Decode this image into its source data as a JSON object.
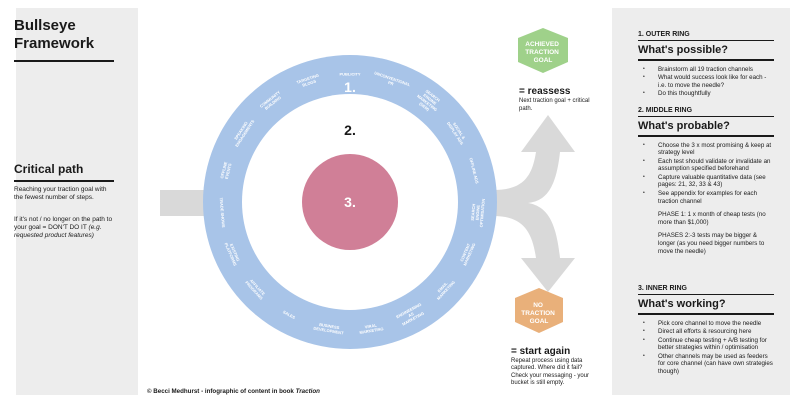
{
  "title": "Bullseye Framework",
  "critical_path": {
    "heading": "Critical path",
    "text1": "Reaching your traction goal with the fewest number of steps.",
    "text2": "If it's not / no longer on the path to your goal = DON'T DO IT",
    "text2_italic": "(e.g. requested product features)"
  },
  "rings": {
    "outer_number": "1.",
    "middle_number": "2.",
    "inner_number": "3.",
    "channels": [
      "PUBLICITY",
      "UNCONVENTIONAL PR",
      "SEARCH ENGINE MARKETING (SEM)",
      "SOCIAL & DISPLAY ADS",
      "OFFLINE ADS",
      "SEARCH ENGINE OPTIMISATION",
      "CONTENT MARKETING",
      "EMAIL MARKETING",
      "ENGINEERING AS MARKETING",
      "VIRAL MARKETING",
      "BUSINESS DEVELOPMENT",
      "SALES",
      "AFFILIATE PROGRAMS",
      "EXISTING PLATFORMS",
      "TRADE SHOWS",
      "OFFLINE EVENTS",
      "SPEAKING ENGAGEMENTS",
      "COMMUNITY BUILDING",
      "TARGETING BLOGS"
    ]
  },
  "achieved_goal": "ACHIEVED TRACTION GOAL",
  "no_goal": "NO TRACTION GOAL",
  "reassess": {
    "heading": "= reassess",
    "text": "Next traction goal + critical path."
  },
  "start_again": {
    "heading": "= start again",
    "text": "Repeat process using data captured. Where did it fail? Check your messaging - your bucket is still empty."
  },
  "outer": {
    "num": "1. OUTER RING",
    "heading": "What's possible?",
    "bullets": [
      "Brainstorm all 19 traction channels",
      "What would success look like for each - i.e. to move the needle?",
      "Do this thoughtfully"
    ]
  },
  "middle": {
    "num": "2. MIDDLE RING",
    "heading": "What's probable?",
    "bullets": [
      "Choose the 3 x most promising & keep at strategy level",
      "Each test should validate or invalidate an assumption specified beforehand",
      "Capture valuable quantitative data (see pages: 21, 32, 33 & 43)",
      "See appendix for examples for each traction channel"
    ],
    "phase1": "PHASE 1: 1 x month of cheap tests (no more than $1,000)",
    "phase2": "PHASES 2:-3 tests may be bigger & longer (as you need bigger numbers to move the needle)"
  },
  "inner": {
    "num": "3. INNER RING",
    "heading": "What's working?",
    "bullets": [
      "Pick core channel to move the needle",
      "Direct all efforts & resourcing here",
      "Continue cheap testing + A/B testing for better strategies within / optimisation",
      "Other channels may be used as feeders for core channel (can have own strategies though)"
    ]
  },
  "footer": "© Becci Medhurst - infographic of content in book",
  "footer_book": "Traction",
  "colors": {
    "outer_ring": "#a8c4e8",
    "inner_circle": "#d07f97",
    "achieved_hex": "#9fd18a",
    "no_goal_hex": "#e9b07a",
    "arrow": "#d9d9d9",
    "panel": "#ededed"
  }
}
